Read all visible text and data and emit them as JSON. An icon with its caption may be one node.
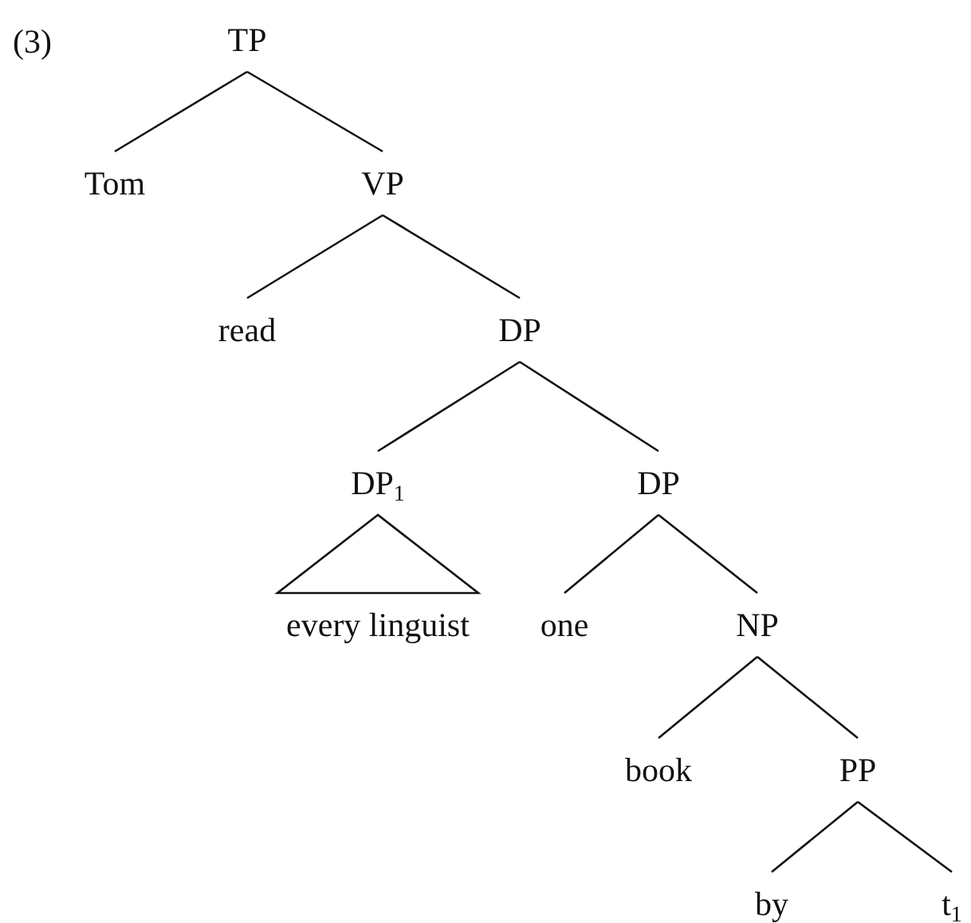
{
  "diagram": {
    "nodes": [
      {
        "text": [
          "TP"
        ]
      },
      {
        "text": [
          "Tom"
        ]
      },
      {
        "text": [
          "VP"
        ]
      },
      {
        "text": [
          "read"
        ]
      },
      {
        "text": [
          "DP"
        ]
      },
      {
        "text": [
          "DP$_{1}$"
        ]
      },
      {
        "text": [
          "DP"
        ]
      },
      {
        "text": [
          "every linguist"
        ]
      },
      {
        "text": [
          "one"
        ]
      },
      {
        "text": [
          "NP"
        ]
      },
      {
        "text": [
          "book"
        ]
      },
      {
        "text": [
          "PP"
        ]
      },
      {
        "text": [
          "by"
        ]
      },
      {
        "text": [
          "t$_{1}$"
        ]
      }
    ],
    "edges": [
      {
        "from": 0,
        "to": 1,
        "arrow": "none"
      },
      {
        "from": 0,
        "to": 2,
        "arrow": "none"
      },
      {
        "from": 2,
        "to": 3,
        "arrow": "none"
      },
      {
        "from": 2,
        "to": 4,
        "arrow": "none"
      },
      {
        "from": 4,
        "to": 5,
        "arrow": "none"
      },
      {
        "from": 4,
        "to": 6,
        "arrow": "none"
      },
      {
        "from": 5,
        "to": 7,
        "arrow": "none"
      },
      {
        "from": 6,
        "to": 8,
        "arrow": "none"
      },
      {
        "from": 6,
        "to": 9,
        "arrow": "none"
      },
      {
        "from": 9,
        "to": 10,
        "arrow": "none"
      },
      {
        "from": 9,
        "to": 11,
        "arrow": "none"
      },
      {
        "from": 11,
        "to": 12,
        "arrow": "none"
      },
      {
        "from": 11,
        "to": 13,
        "arrow": "none"
      }
    ],
    "labels": [
      "(3)"
    ]
  }
}
